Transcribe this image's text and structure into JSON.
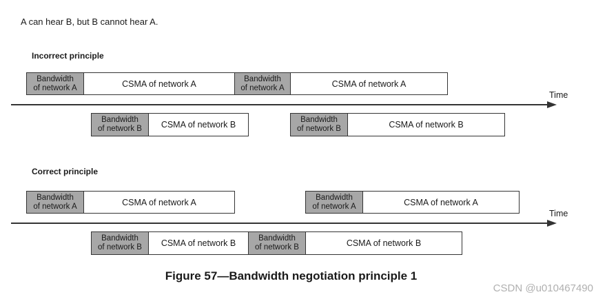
{
  "intro": "A can hear B, but B cannot hear A.",
  "incorrect": {
    "title": "Incorrect principle",
    "network_a": [
      {
        "bandwidth_line1": "Bandwidth",
        "bandwidth_line2": "of network A",
        "csma": "CSMA of network A"
      },
      {
        "bandwidth_line1": "Bandwidth",
        "bandwidth_line2": "of network A",
        "csma": "CSMA of network A"
      }
    ],
    "network_b": [
      {
        "bandwidth_line1": "Bandwidth",
        "bandwidth_line2": "of network B",
        "csma": "CSMA of network B"
      },
      {
        "bandwidth_line1": "Bandwidth",
        "bandwidth_line2": "of network B",
        "csma": "CSMA of network B"
      }
    ],
    "axis_label": "Time"
  },
  "correct": {
    "title": "Correct principle",
    "network_a": [
      {
        "bandwidth_line1": "Bandwidth",
        "bandwidth_line2": "of network A",
        "csma": "CSMA of network A"
      },
      {
        "bandwidth_line1": "Bandwidth",
        "bandwidth_line2": "of network A",
        "csma": "CSMA of network A"
      }
    ],
    "network_b": [
      {
        "bandwidth_line1": "Bandwidth",
        "bandwidth_line2": "of network B",
        "csma": "CSMA of network B"
      },
      {
        "bandwidth_line1": "Bandwidth",
        "bandwidth_line2": "of network B",
        "csma": "CSMA of network B"
      }
    ],
    "axis_label": "Time"
  },
  "caption": "Figure 57—Bandwidth negotiation principle 1",
  "watermark": "CSDN @u010467490",
  "colors": {
    "bandwidth_fill": "#a7a7a7",
    "line": "#333333"
  }
}
